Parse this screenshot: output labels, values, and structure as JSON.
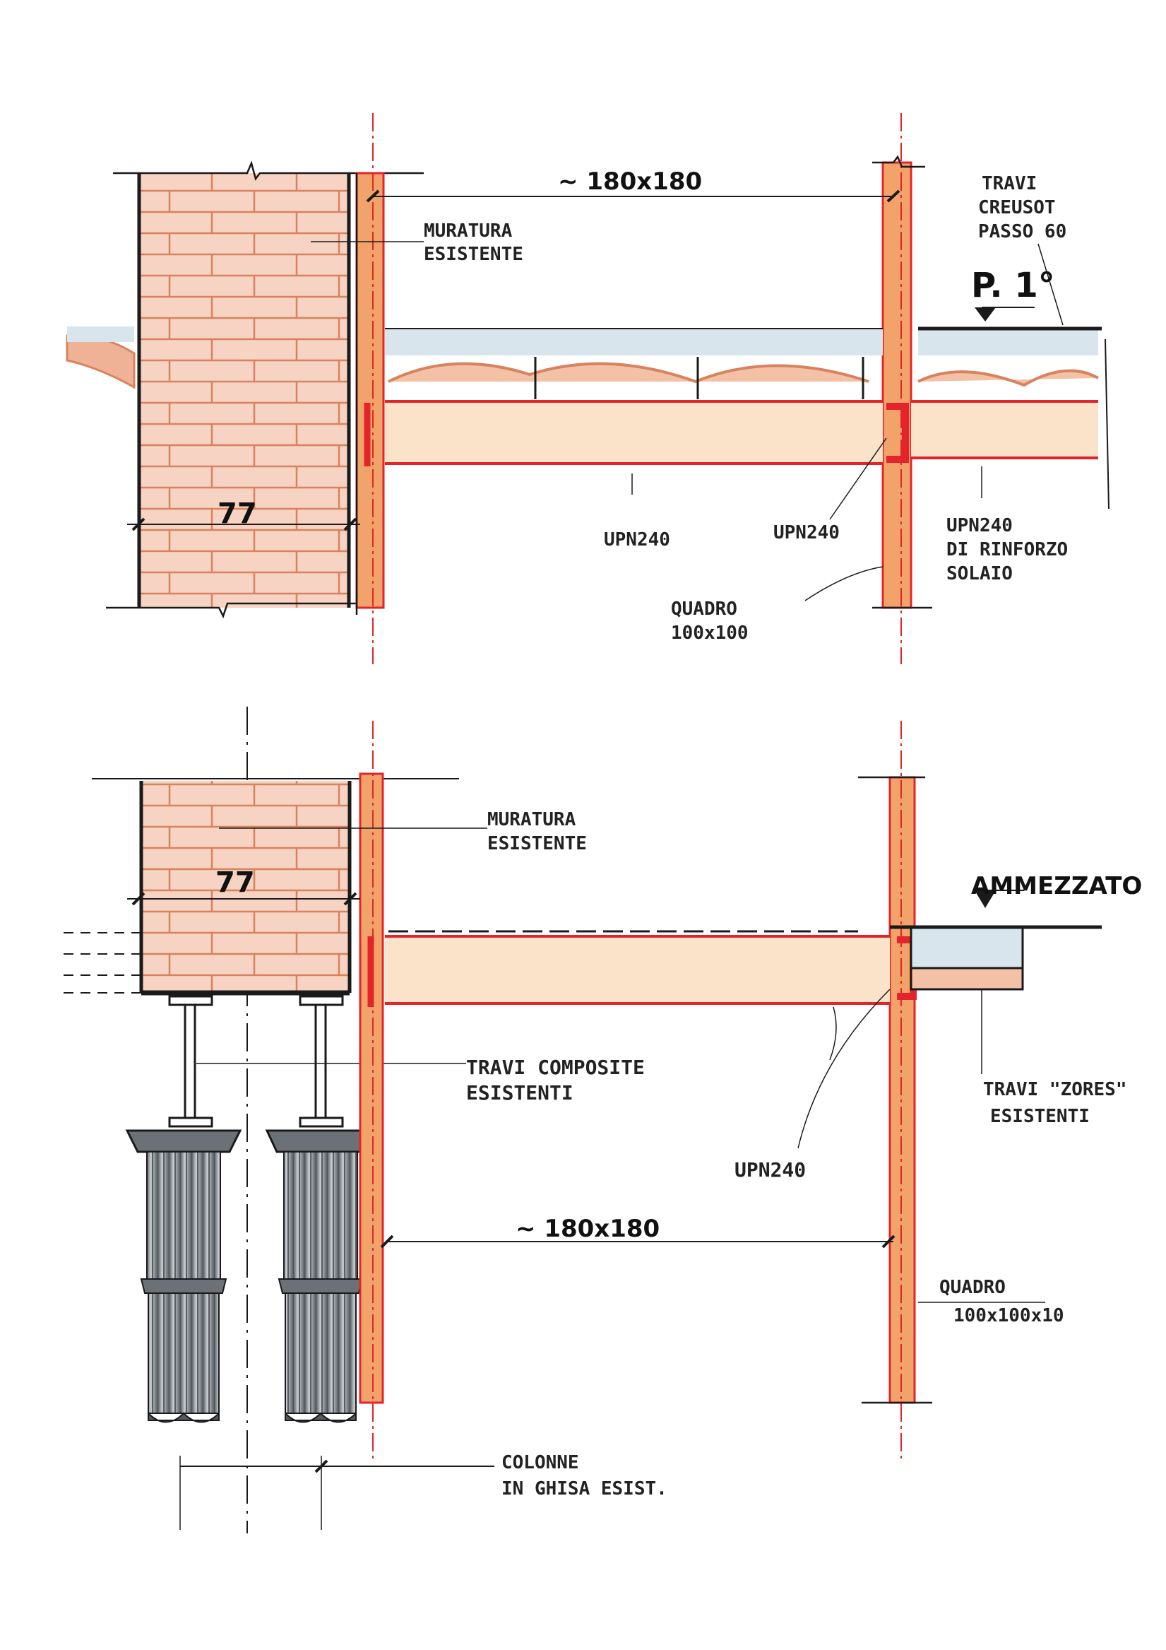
{
  "colors": {
    "brick_fill": "#f6d3c2",
    "brick_line": "#d9825e",
    "steel_red": "#e3242b",
    "column_orange": "#f2a36a",
    "beam_fill": "#fbe3c9",
    "concrete": "#b9d0dd",
    "cast_iron": "#8a9096",
    "ink": "#1a1a1a"
  },
  "section_top": {
    "label_muratura": "MURATURA",
    "label_esistente": "ESISTENTE",
    "dim_span": "~ 180x180",
    "dim_wall": "77",
    "label_travi_1": "TRAVI",
    "label_travi_2": "CREUSOT",
    "label_travi_3": "PASSO 60",
    "floor_tag": "P. 1°",
    "label_upn_1": "UPN240",
    "label_upn_2": "UPN240",
    "label_upn_rinf_1": "UPN240",
    "label_upn_rinf_2": "DI RINFORZO",
    "label_upn_rinf_3": "SOLAIO",
    "label_quadro_1": "QUADRO",
    "label_quadro_2": "100x100"
  },
  "section_bottom": {
    "label_muratura": "MURATURA",
    "label_esistente": "ESISTENTE",
    "dim_wall": "77",
    "floor_tag": "AMMEZZATO",
    "label_composite_1": "TRAVI COMPOSITE",
    "label_composite_2": "ESISTENTI",
    "label_zores_1": "TRAVI \"ZORES\"",
    "label_zores_2": "ESISTENTI",
    "label_upn": "UPN240",
    "dim_span": "~ 180x180",
    "label_quadro_1": "QUADRO",
    "label_quadro_2": "100x100x10",
    "label_colonne_1": "COLONNE",
    "label_colonne_2": "IN GHISA ESIST."
  }
}
